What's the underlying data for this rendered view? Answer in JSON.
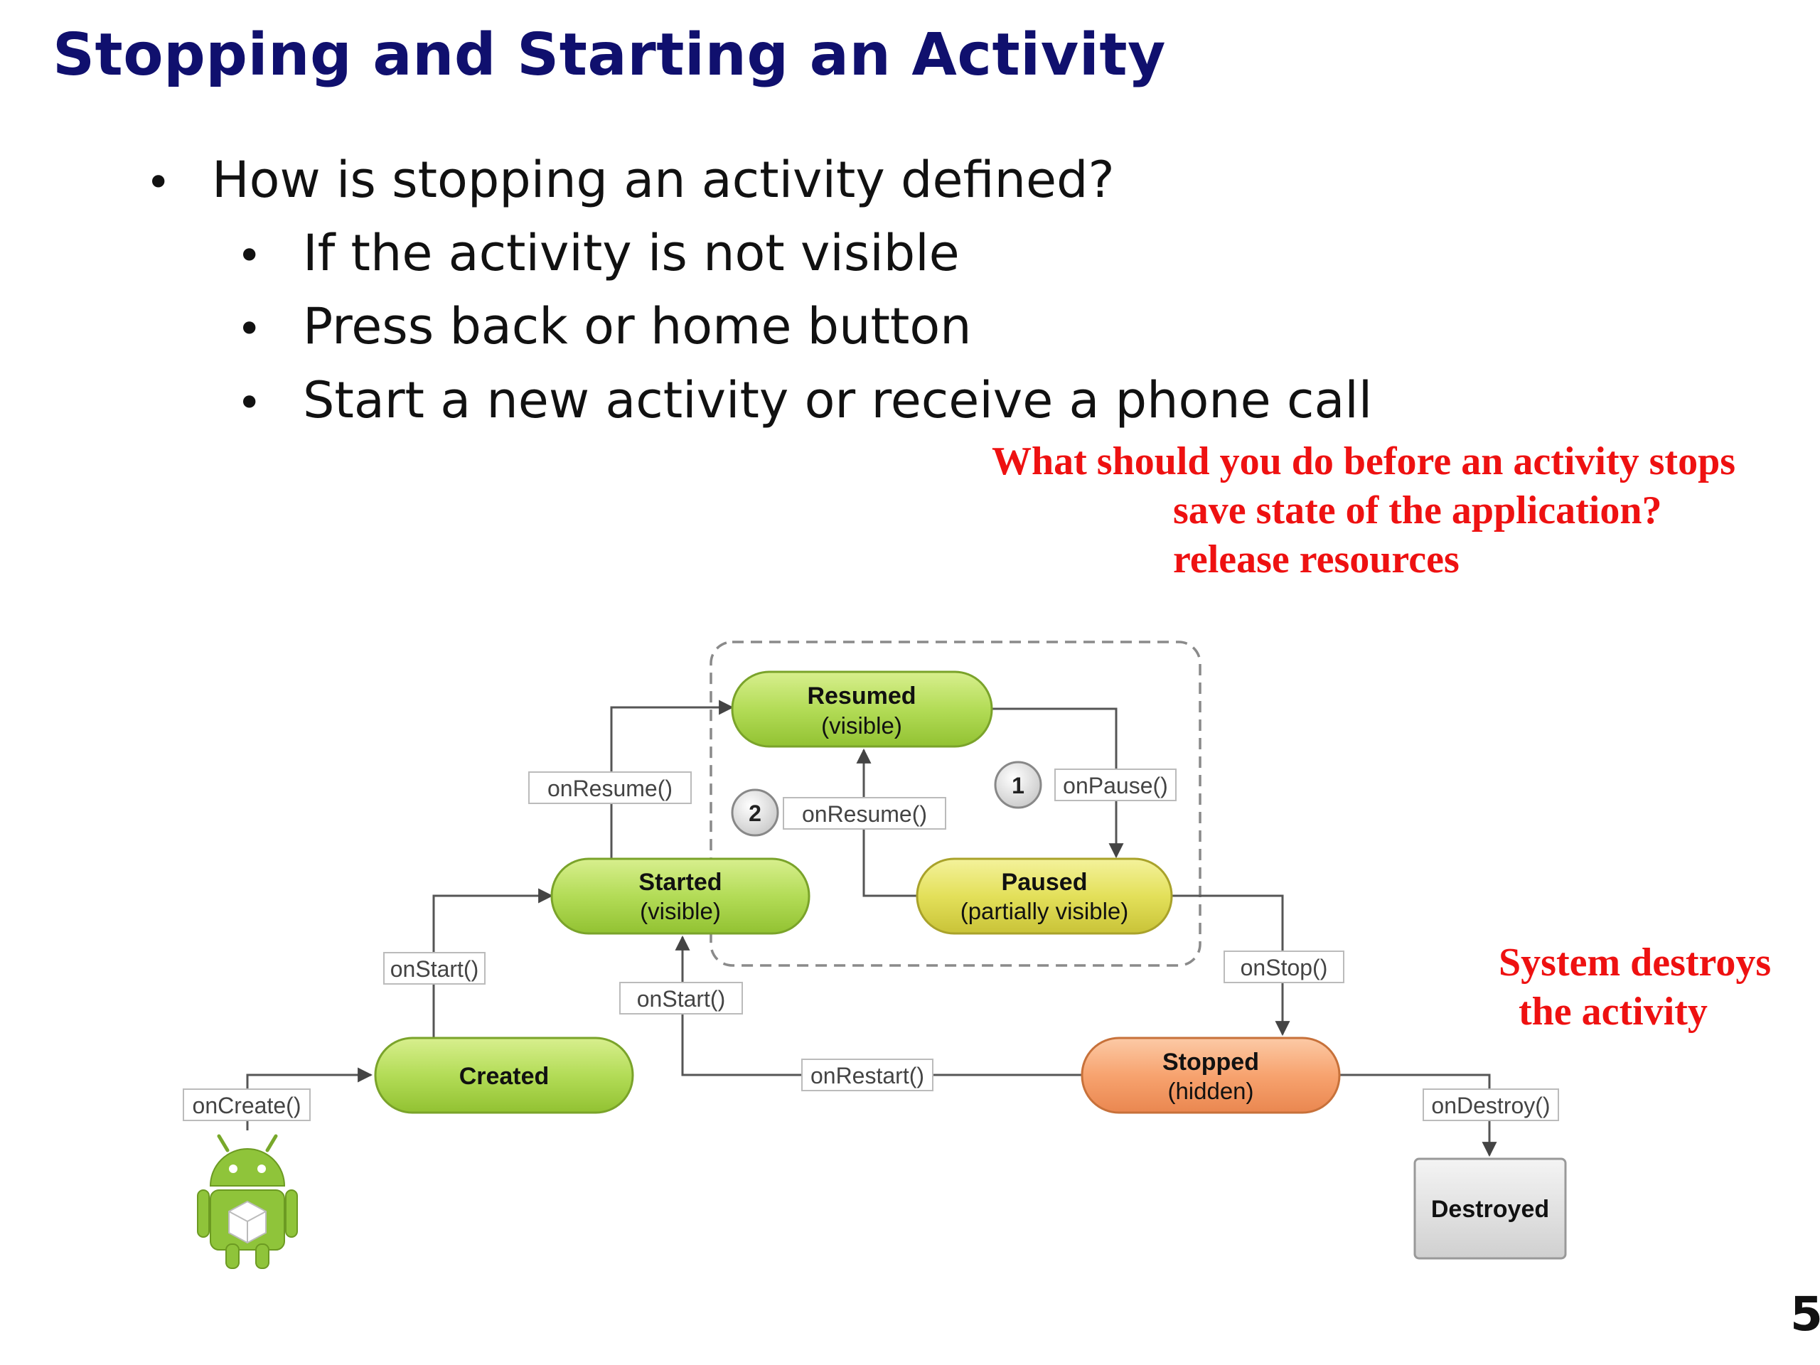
{
  "slide": {
    "title": "Stopping and Starting an Activity",
    "bullet_main": "How is stopping an activity defined?",
    "sub_bullets": [
      "If the activity is not visible",
      "Press back or home button",
      "Start a new activity or receive a phone call"
    ],
    "note_lines": [
      "What should you do before an activity stops",
      "save state of the application?",
      "release resources"
    ],
    "system_note": [
      "System destroys",
      "the activity"
    ],
    "page_number": "5"
  },
  "diagram": {
    "states": {
      "resumed": {
        "name": "Resumed",
        "sub": "(visible)"
      },
      "started": {
        "name": "Started",
        "sub": "(visible)"
      },
      "paused": {
        "name": "Paused",
        "sub": "(partially visible)"
      },
      "created": {
        "name": "Created"
      },
      "stopped": {
        "name": "Stopped",
        "sub": "(hidden)"
      },
      "destroyed": {
        "name": "Destroyed"
      }
    },
    "labels": {
      "on_resume_started": "onResume()",
      "on_resume_paused": "onResume()",
      "on_pause": "onPause()",
      "on_start_created": "onStart()",
      "on_start_restart": "onStart()",
      "on_restart": "onRestart()",
      "on_stop": "onStop()",
      "on_create": "onCreate()",
      "on_destroy": "onDestroy()"
    },
    "badges": {
      "one": "1",
      "two": "2"
    },
    "icon": "android-robot-icon",
    "colors": {
      "green_state": "#a9d448",
      "yellow_state": "#e3e05a",
      "orange_state": "#f7a36f",
      "gray_state": "#dddddd",
      "title": "#10106e",
      "note": "#ee1111"
    }
  }
}
